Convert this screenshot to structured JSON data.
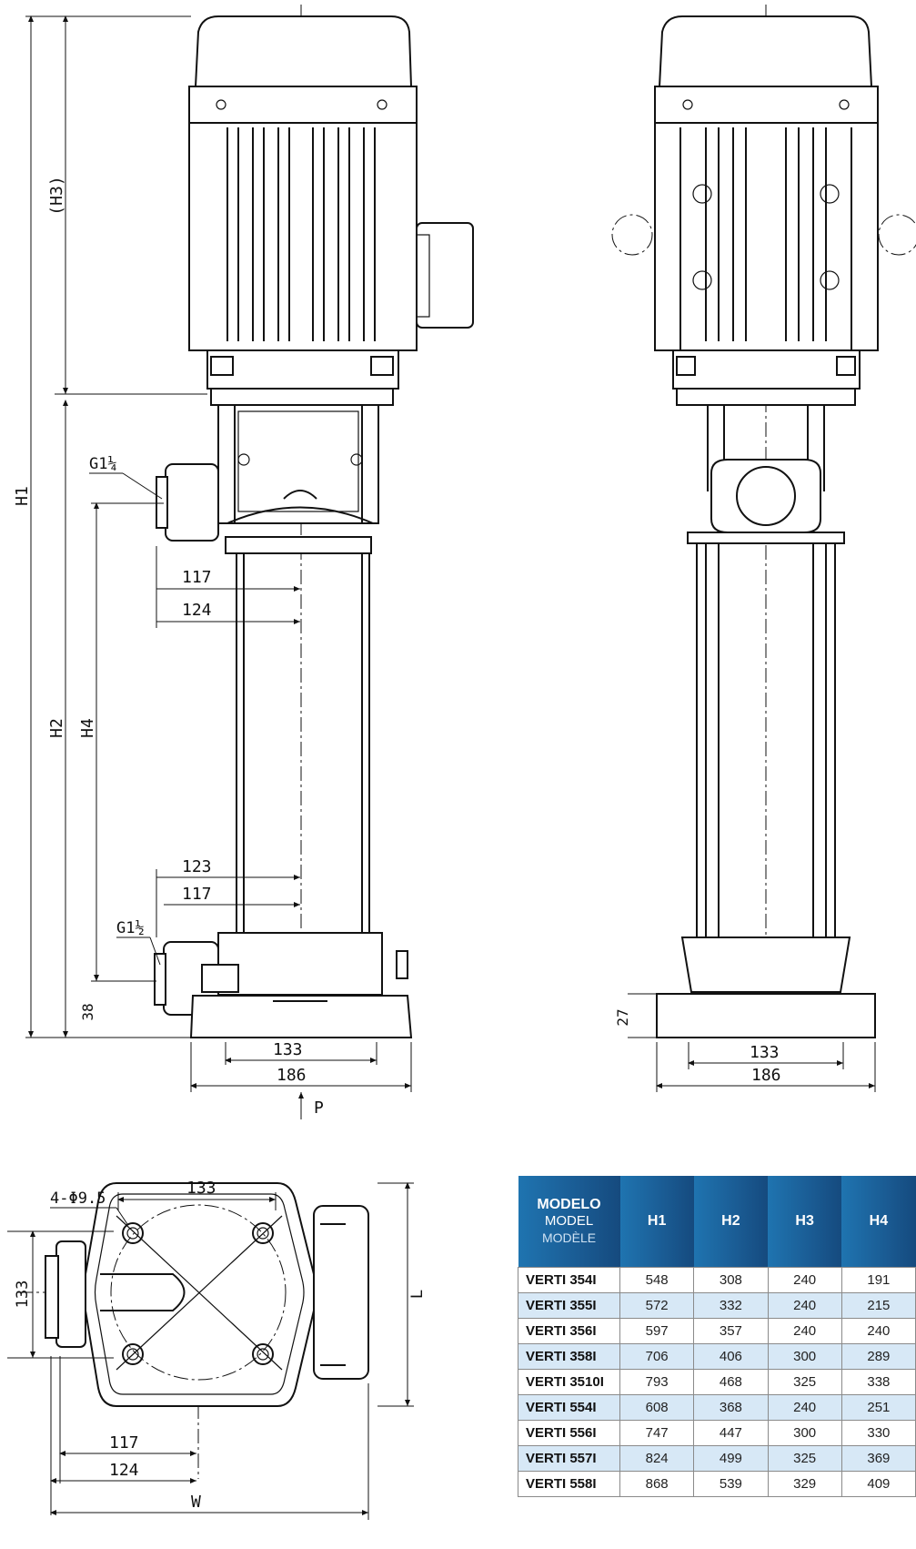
{
  "side_view": {
    "dim_h1": "H1",
    "dim_h2": "H2",
    "dim_h3": "(H3)",
    "dim_h4": "H4",
    "dim_38": "38",
    "outlet_label": "G1¼",
    "inlet_label": "G1½",
    "d117_top": "117",
    "d124_top": "124",
    "d123": "123",
    "d117_low": "117",
    "d133": "133",
    "d186": "186",
    "p_label": "P"
  },
  "front_view": {
    "dim_27": "27",
    "d133": "133",
    "d186": "186"
  },
  "top_view": {
    "holes_label": "4-Φ9.5",
    "d133_top": "133",
    "d133_left": "133",
    "l_label": "L",
    "d117": "117",
    "d124": "124",
    "w_label": "W"
  },
  "table": {
    "header": {
      "model_es": "MODELO",
      "model_en": "MODEL",
      "model_fr": "MODÈLE",
      "cols": [
        "H1",
        "H2",
        "H3",
        "H4"
      ]
    },
    "rows": [
      {
        "model": "VERTI 354I",
        "h1": "548",
        "h2": "308",
        "h3": "240",
        "h4": "191"
      },
      {
        "model": "VERTI 355I",
        "h1": "572",
        "h2": "332",
        "h3": "240",
        "h4": "215"
      },
      {
        "model": "VERTI 356I",
        "h1": "597",
        "h2": "357",
        "h3": "240",
        "h4": "240"
      },
      {
        "model": "VERTI 358I",
        "h1": "706",
        "h2": "406",
        "h3": "300",
        "h4": "289"
      },
      {
        "model": "VERTI 3510I",
        "h1": "793",
        "h2": "468",
        "h3": "325",
        "h4": "338"
      },
      {
        "model": "VERTI 554I",
        "h1": "608",
        "h2": "368",
        "h3": "240",
        "h4": "251"
      },
      {
        "model": "VERTI 556I",
        "h1": "747",
        "h2": "447",
        "h3": "300",
        "h4": "330"
      },
      {
        "model": "VERTI 557I",
        "h1": "824",
        "h2": "499",
        "h3": "325",
        "h4": "369"
      },
      {
        "model": "VERTI 558I",
        "h1": "868",
        "h2": "539",
        "h3": "329",
        "h4": "409"
      }
    ]
  }
}
